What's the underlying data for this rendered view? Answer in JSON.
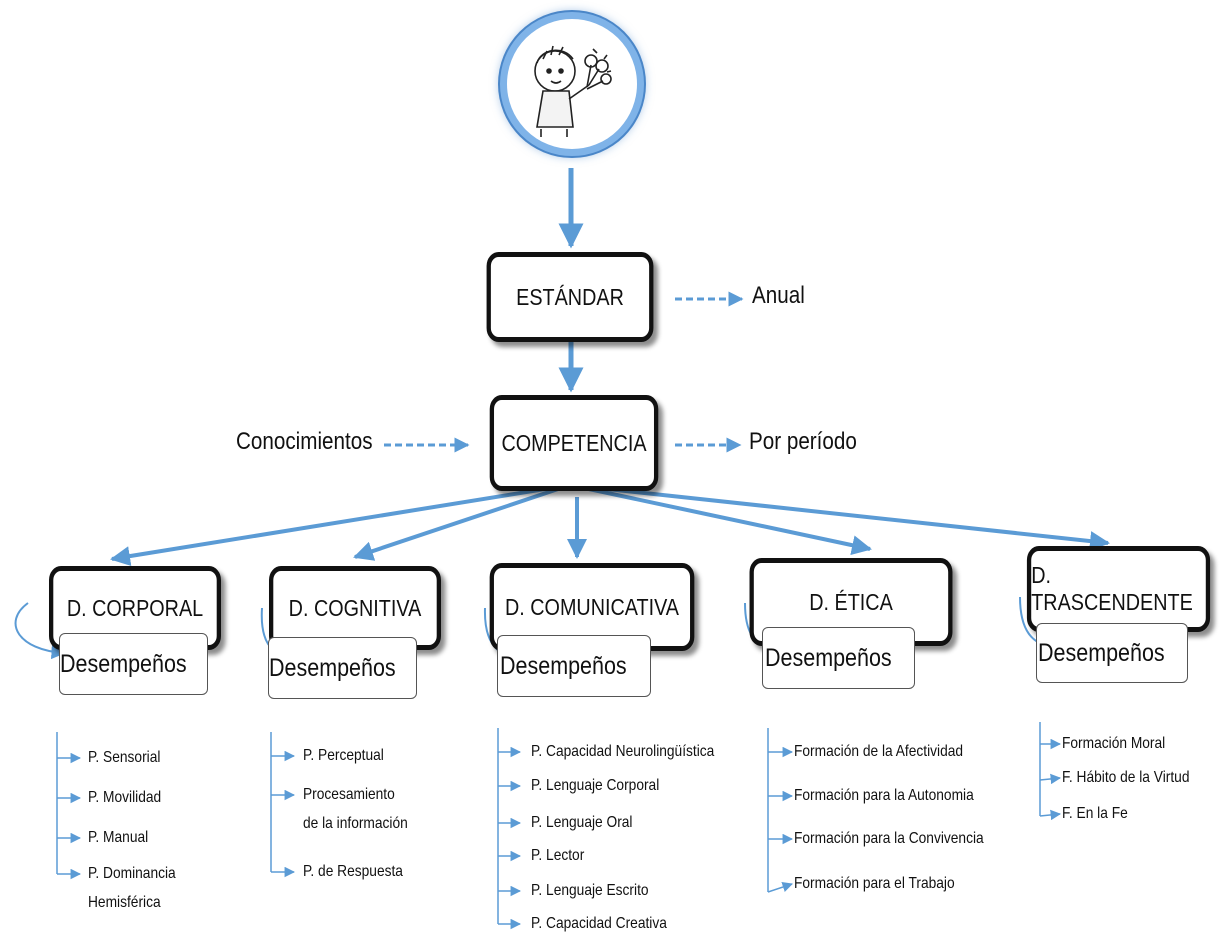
{
  "colors": {
    "arrow": "#5b9bd5",
    "box_border": "#111111",
    "logo_ring": "#7fb3e8"
  },
  "logo": {
    "icon": "child-with-flowers-icon"
  },
  "estandar": {
    "label": "ESTÁNDAR",
    "note": "Anual"
  },
  "competencia": {
    "label": "COMPETENCIA",
    "left_note": "Conocimientos",
    "right_note": "Por período"
  },
  "dimensions": [
    {
      "label": "D. CORPORAL",
      "desempenos": "Desempeños",
      "items": [
        "P. Sensorial",
        "P. Movilidad",
        "P. Manual",
        "P. Dominancia",
        "Hemisférica"
      ]
    },
    {
      "label": "D. COGNITIVA",
      "desempenos": "Desempeños",
      "items": [
        "P. Perceptual",
        "Procesamiento",
        "de la información",
        "P. de Respuesta"
      ]
    },
    {
      "label": "D. COMUNICATIVA",
      "desempenos": "Desempeños",
      "items": [
        "P. Capacidad Neurolingüística",
        "P. Lenguaje Corporal",
        "P. Lenguaje Oral",
        "P. Lector",
        "P. Lenguaje Escrito",
        "P. Capacidad Creativa"
      ]
    },
    {
      "label": "D. ÉTICA",
      "desempenos": "Desempeños",
      "items": [
        "Formación de la Afectividad",
        "Formación para la Autonomia",
        "Formación para la Convivencia",
        "Formación para el Trabajo"
      ]
    },
    {
      "label": "D. TRASCENDENTE",
      "desempenos": "Desempeños",
      "items": [
        "Formación Moral",
        "F. Hábito de la Virtud",
        "F. En la Fe"
      ]
    }
  ]
}
